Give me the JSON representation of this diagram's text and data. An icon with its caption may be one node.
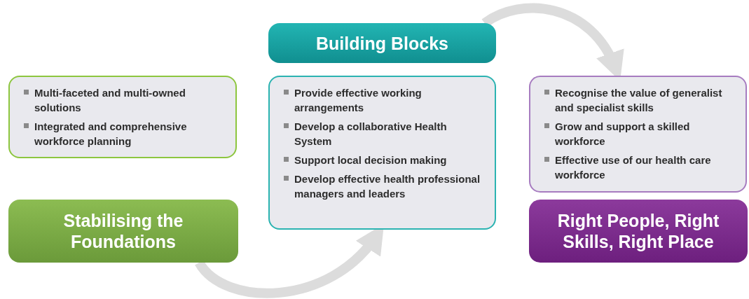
{
  "diagram": {
    "nodes": [
      {
        "text": [
          "Multi-faceted and multi-owned solutions",
          "Integrated and comprehensive workforce planning"
        ]
      },
      {
        "text": [
          "Stabilising the Foundations"
        ]
      },
      {
        "text": [
          "Building Blocks"
        ]
      },
      {
        "text": [
          "Provide effective working arrangements",
          "Develop a collaborative Health System",
          "Support local decision making",
          "Develop effective health professional managers and leaders"
        ]
      },
      {
        "text": [
          "Recognise the value of generalist and specialist skills",
          "Grow and support a skilled workforce",
          "Effective use of our health care workforce"
        ]
      },
      {
        "text": [
          "Right People, Right Skills, Right Place"
        ]
      }
    ],
    "edges": [
      {
        "from": 1,
        "to": 3,
        "arrow": "to"
      },
      {
        "from": 2,
        "to": 4,
        "arrow": "to"
      }
    ]
  }
}
